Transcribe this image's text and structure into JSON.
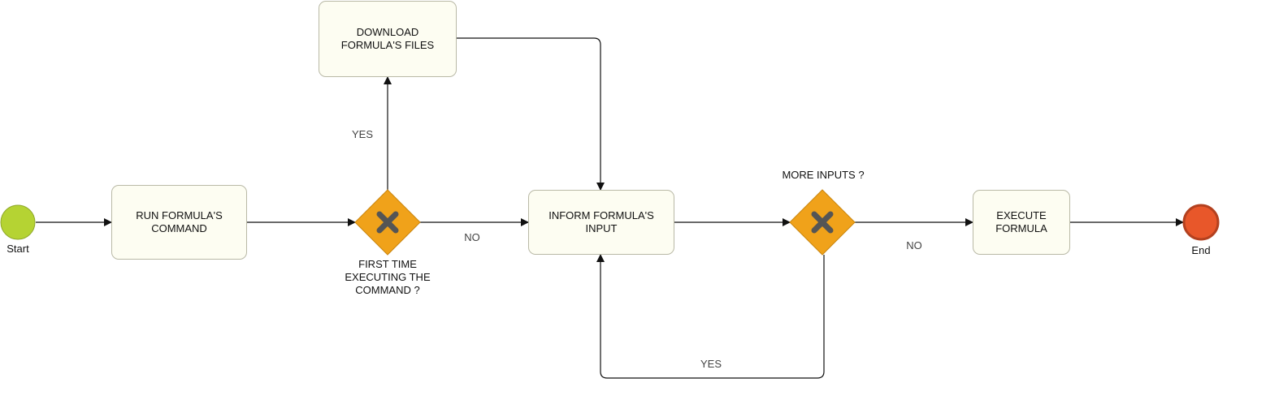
{
  "diagram": {
    "events": {
      "start": {
        "label": "Start",
        "color": "#b5d333"
      },
      "end": {
        "label": "End",
        "color": "#e8572a"
      }
    },
    "tasks": {
      "run_command": "RUN FORMULA'S\nCOMMAND",
      "download_files": "DOWNLOAD\nFORMULA'S FILES",
      "inform_input": "INFORM FORMULA'S\nINPUT",
      "execute_formula": "EXECUTE\nFORMULA"
    },
    "gateways": {
      "first_time": {
        "label": "FIRST TIME\nEXECUTING THE\nCOMMAND ?",
        "icon": "x-icon",
        "color": "#f0a21a"
      },
      "more_inputs": {
        "label": "MORE INPUTS ?",
        "icon": "x-icon",
        "color": "#f0a21a"
      }
    },
    "edges": {
      "first_time_yes": "YES",
      "first_time_no": "NO",
      "more_inputs_yes": "YES",
      "more_inputs_no": "NO"
    }
  }
}
